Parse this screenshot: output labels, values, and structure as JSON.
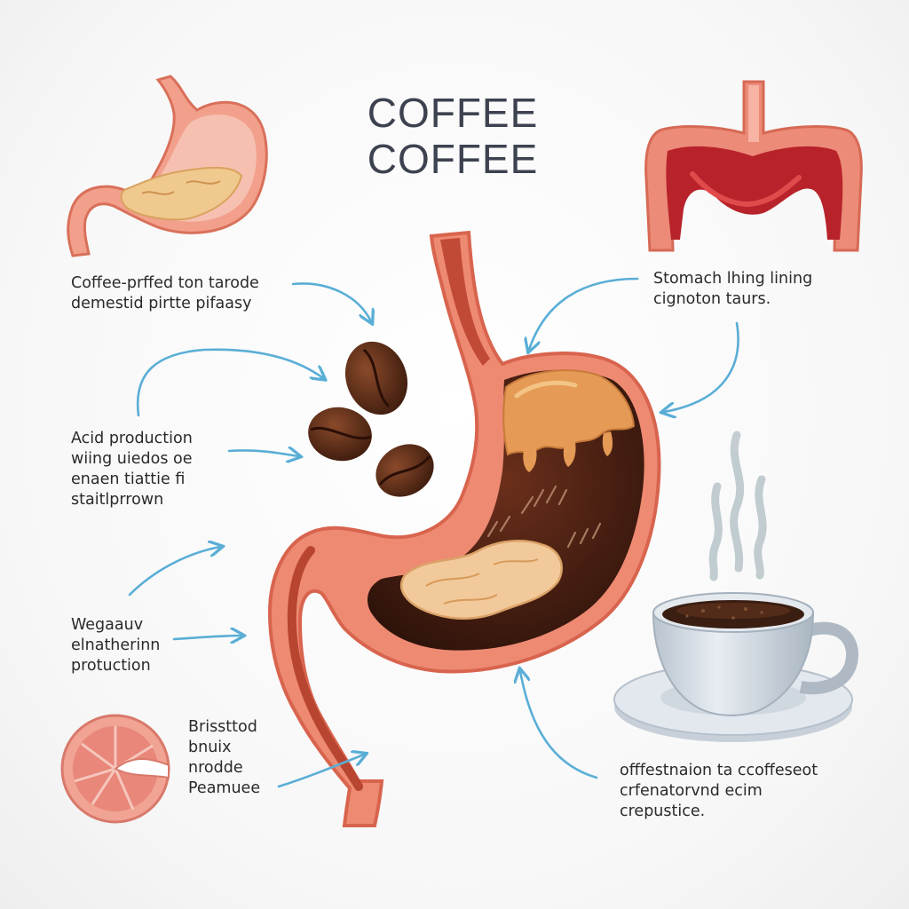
{
  "title": {
    "line1": "COFFEE",
    "line2": "COFFEE"
  },
  "labels": {
    "top_left": [
      "Coffee-prffed ton tarode",
      "demestid pirtte pifaasy"
    ],
    "top_right": [
      "Stomach lhing lining",
      "cignoton taurs."
    ],
    "mid_left": [
      "Acid production",
      "wiing uiedos oe",
      "enaen tiattie fi",
      "staitlprrown"
    ],
    "lower_left": [
      "Wegaauv",
      "elnatherinn",
      "protuction"
    ],
    "bottom_left": [
      "Brissttod",
      "bnuix",
      "nrodde",
      "Peamuee"
    ],
    "bottom_right": [
      "offfestnaion ta ccoffeseot",
      "crfenatorvnd ecim",
      "crepustice."
    ]
  },
  "colors": {
    "arrow": "#5aaed6",
    "stomach_wall": "#e9846f",
    "stomach_dark": "#4a1f14",
    "title": "#3d4250"
  },
  "icons": [
    "stomach-icon",
    "esophagus-icon",
    "coffee-bean-icon",
    "coffee-cup-icon",
    "steam-icon",
    "tissue-section-icon"
  ]
}
